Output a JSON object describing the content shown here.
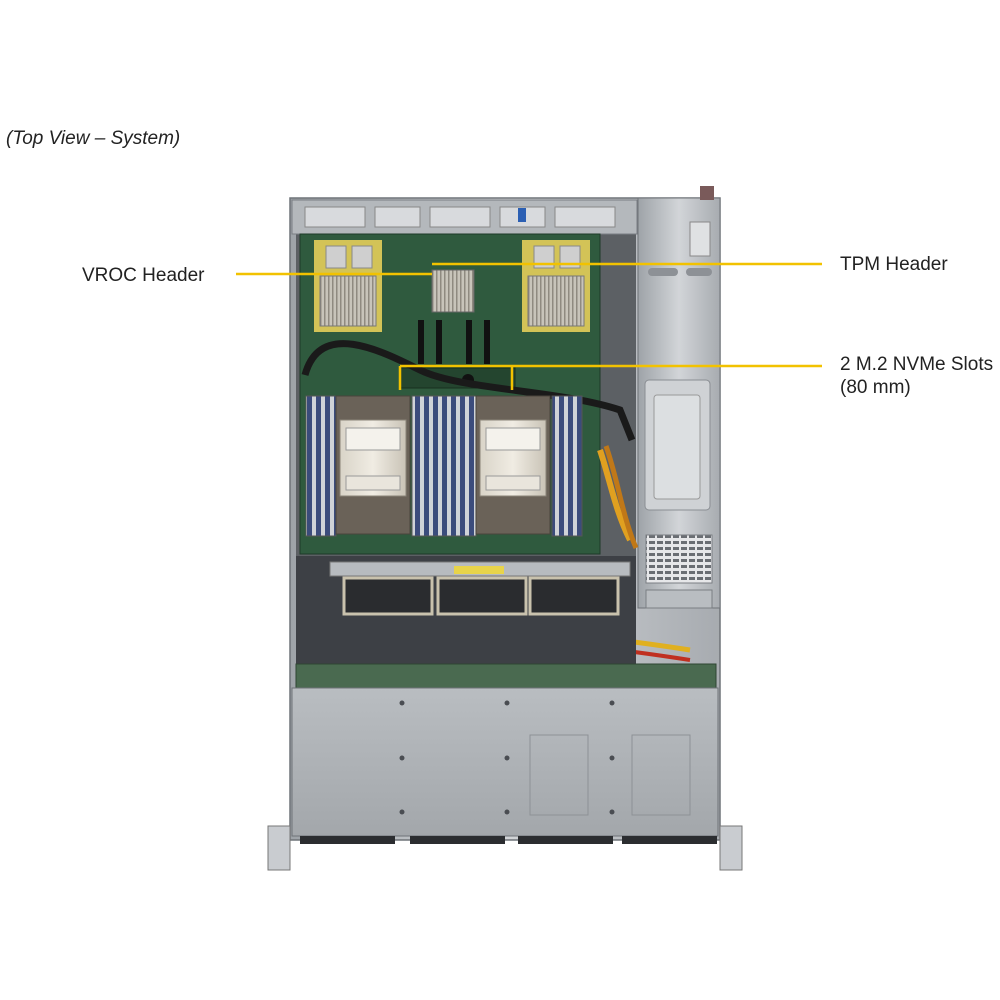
{
  "caption": "(Top View – System)",
  "callouts": {
    "vroc": "VROC Header",
    "tpm": "TPM Header",
    "m2_line1": "2 M.2 NVMe Slots",
    "m2_line2": "(80 mm)"
  },
  "colors": {
    "leader": "#f2c200",
    "board": "#2f5a3e",
    "chassis": "#c9ccd0",
    "dimm": "#3a4a78"
  }
}
